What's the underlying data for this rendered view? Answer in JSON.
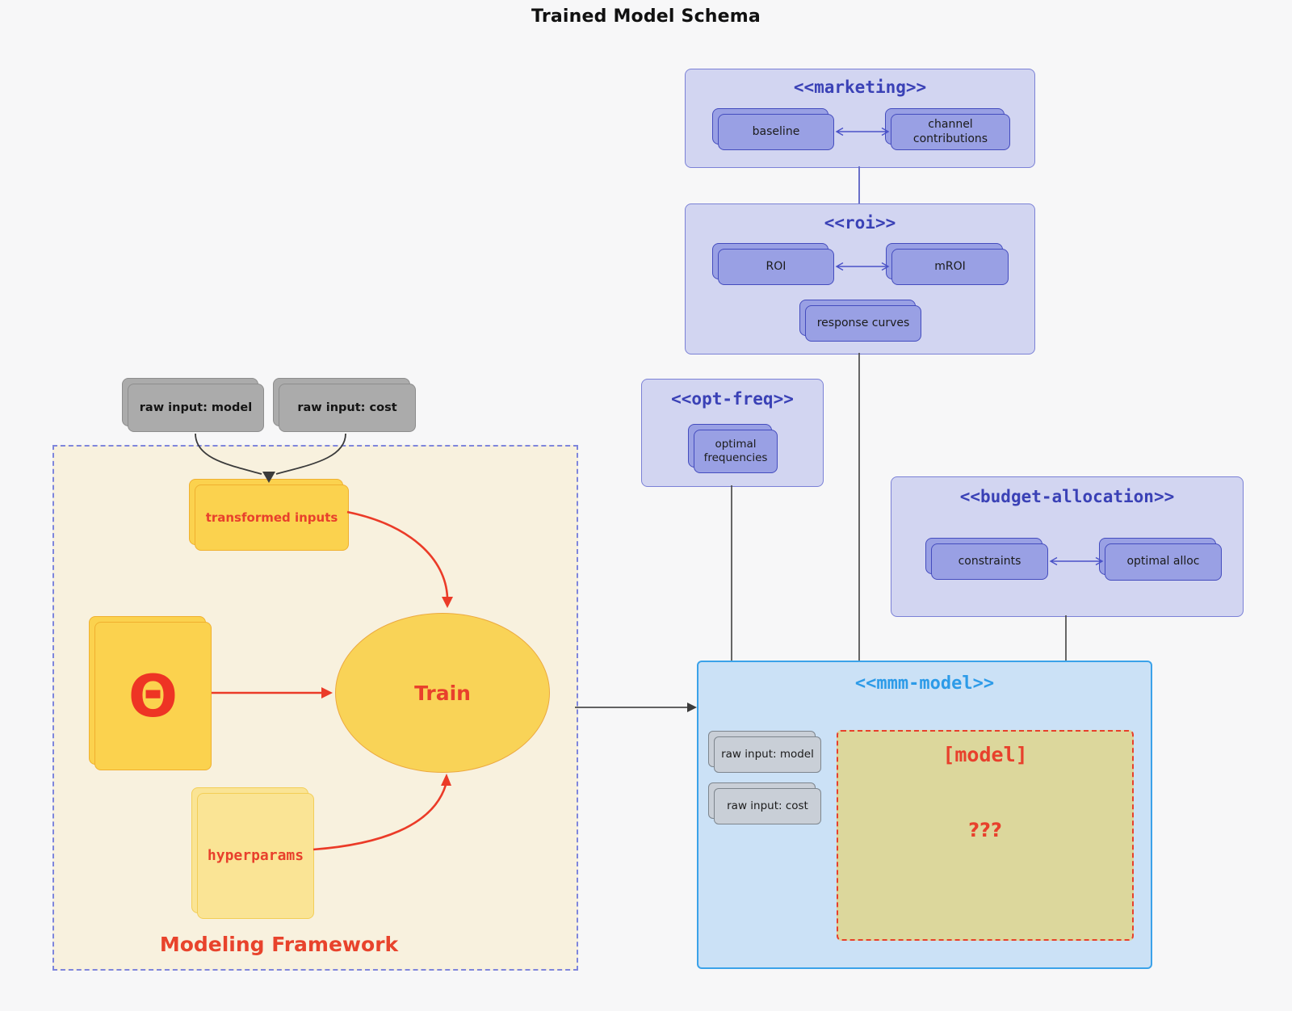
{
  "title": "Trained Model Schema",
  "groups": {
    "marketing": {
      "header": "<<marketing>>",
      "items": [
        "baseline",
        "channel contributions"
      ]
    },
    "roi": {
      "header": "<<roi>>",
      "items": [
        "ROI",
        "mROI"
      ],
      "extra": "response curves"
    },
    "opt_freq": {
      "header": "<<opt-freq>>",
      "item": "optimal frequencies"
    },
    "budget": {
      "header": "<<budget-allocation>>",
      "items": [
        "constraints",
        "optimal alloc"
      ]
    },
    "mmm": {
      "header": "<<mmm-model>>",
      "inputs": [
        "raw input: model",
        "raw input: cost"
      ],
      "model_label": "[model]",
      "unknown": "???"
    }
  },
  "framework": {
    "label": "Modeling Framework",
    "raw_inputs": [
      "raw input: model",
      "raw input: cost"
    ],
    "transformed": "transformed inputs",
    "theta": "Θ",
    "train": "Train",
    "hyperparams": "hyperparams"
  },
  "colors": {
    "background": "#f7f7f8",
    "purple_container": "#d2d5f1",
    "purple_node": "#99a0e4",
    "purple_header": "#3a41b6",
    "blue_container": "#cbe1f6",
    "blue_header": "#2d9be8",
    "cream_container": "#f8f1de",
    "khaki_box": "#dcd79c",
    "accent_red": "#e8402c",
    "yellow_node": "#fbd24e",
    "gray_node": "#ababab"
  }
}
